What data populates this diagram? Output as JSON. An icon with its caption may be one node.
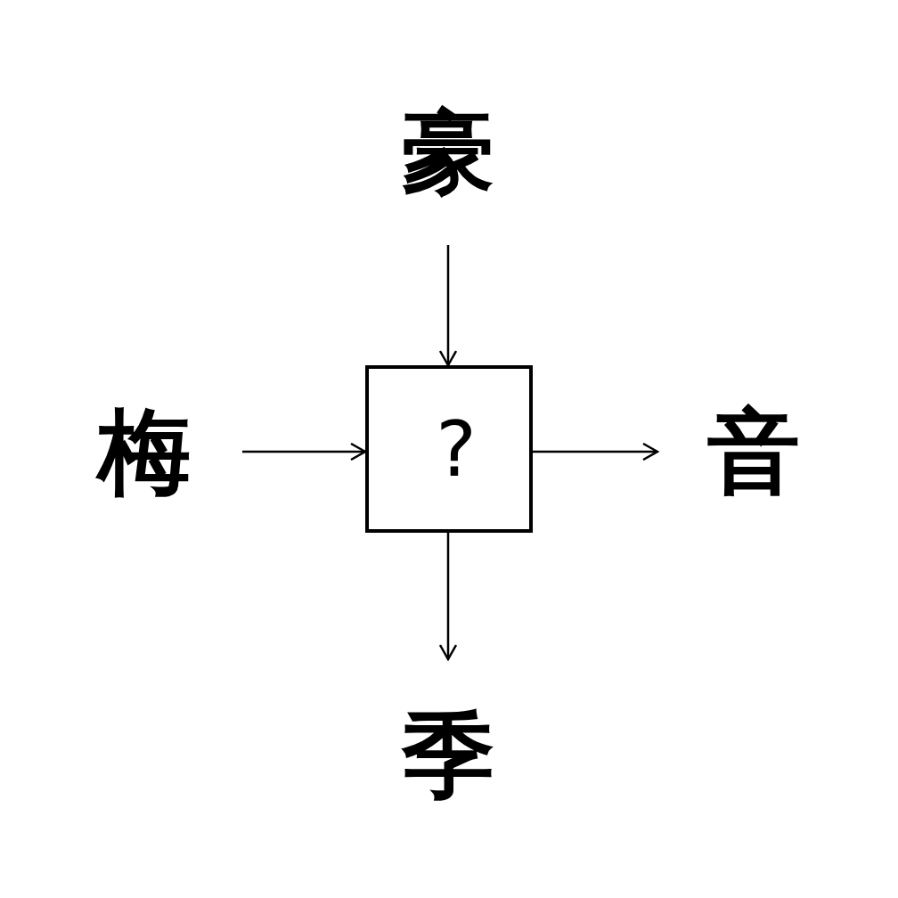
{
  "diagram": {
    "nodes": [
      {
        "text": [
          "豪"
        ]
      },
      {
        "text": [
          "梅"
        ]
      },
      {
        "text": [
          "?"
        ]
      },
      {
        "text": [
          "音"
        ]
      },
      {
        "text": [
          "季"
        ]
      }
    ],
    "edges": [
      {
        "from": 0,
        "to": 2,
        "arrow": "to"
      },
      {
        "from": 1,
        "to": 2,
        "arrow": "to"
      },
      {
        "from": 2,
        "to": 3,
        "arrow": "to"
      },
      {
        "from": 2,
        "to": 4,
        "arrow": "to"
      }
    ]
  }
}
